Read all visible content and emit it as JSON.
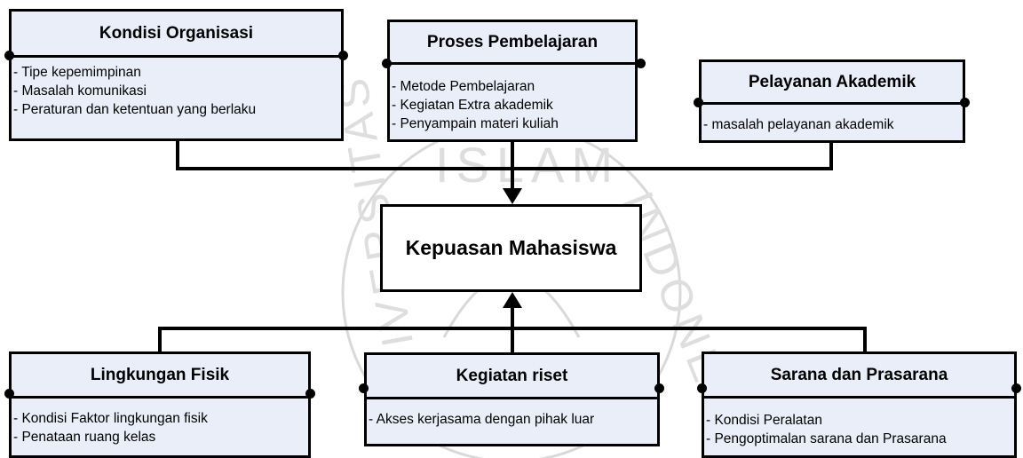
{
  "diagram": {
    "center_label": "Kepuasan Mahasiswa",
    "boxes": [
      {
        "title": "Kondisi Organisasi",
        "items": [
          "- Tipe kepemimpinan",
          "- Masalah komunikasi",
          "- Peraturan dan ketentuan yang berlaku"
        ]
      },
      {
        "title": "Proses Pembelajaran",
        "items": [
          "- Metode Pembelajaran",
          "- Kegiatan Extra akademik",
          "- Penyampain materi kuliah"
        ]
      },
      {
        "title": "Pelayanan Akademik",
        "items": [
          "- masalah pelayanan akademik"
        ]
      },
      {
        "title": "Lingkungan Fisik",
        "items": [
          "- Kondisi Faktor lingkungan fisik",
          "- Penataan ruang kelas"
        ]
      },
      {
        "title": "Kegiatan riset",
        "items": [
          "- Akses kerjasama dengan pihak luar"
        ]
      },
      {
        "title": "Sarana dan Prasarana",
        "items": [
          "- Kondisi Peralatan",
          "- Pengoptimalan sarana dan Prasarana"
        ]
      }
    ]
  },
  "watermark": {
    "top_text": "ISLAM",
    "right_text": "INDONESIA",
    "left_text": "UNIVERSITAS"
  }
}
